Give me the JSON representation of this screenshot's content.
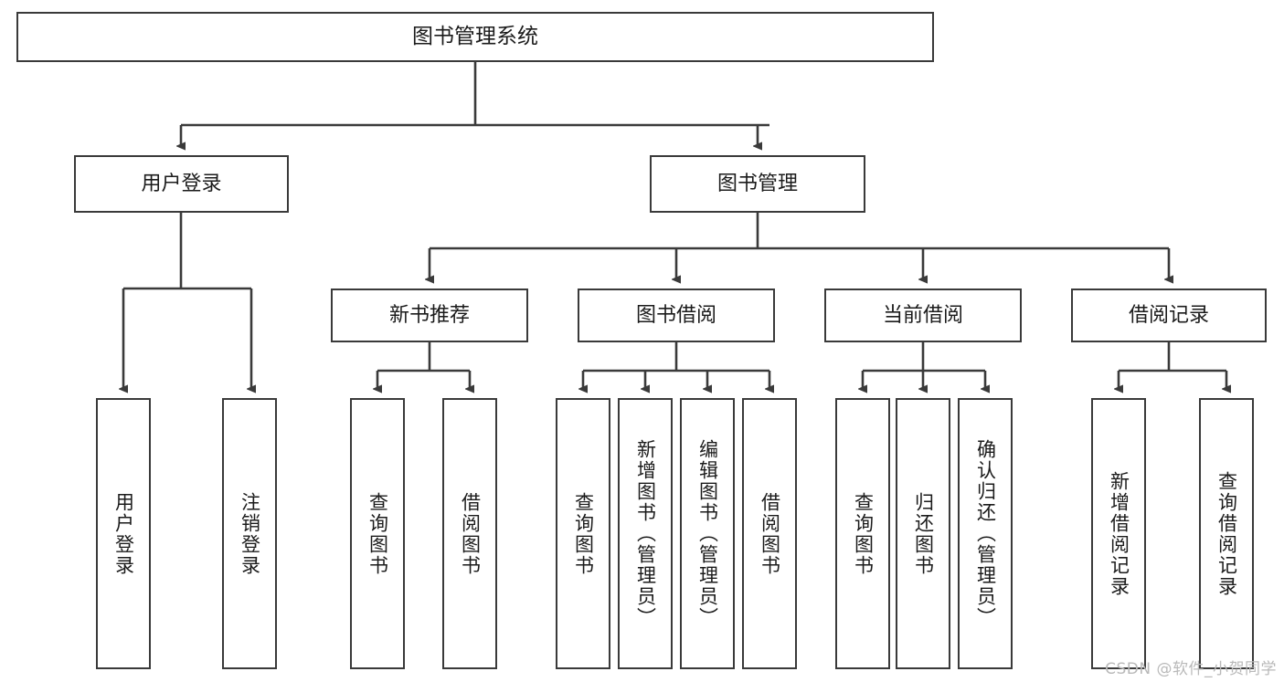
{
  "diagram": {
    "title": "图书管理系统",
    "type": "tree-hierarchy-diagram",
    "orientation": "top-down",
    "colors": {
      "stroke": "#3a3a3a",
      "fill": "#ffffff",
      "text": "#1b1b1b",
      "watermark": "#b9b9b9"
    },
    "root": {
      "label": "图书管理系统"
    },
    "level2": [
      {
        "label": "用户登录"
      },
      {
        "label": "图书管理"
      }
    ],
    "level3": [
      {
        "label": "新书推荐"
      },
      {
        "label": "图书借阅"
      },
      {
        "label": "当前借阅"
      },
      {
        "label": "借阅记录"
      }
    ],
    "leaves": {
      "user_login": [
        {
          "label": "用户登录"
        },
        {
          "label": "注销登录"
        }
      ],
      "new_book_recommend": [
        {
          "label": "查询图书"
        },
        {
          "label": "借阅图书"
        }
      ],
      "book_borrow": [
        {
          "label": "查询图书"
        },
        {
          "label": "新增图书（管理员）"
        },
        {
          "label": "编辑图书（管理员）"
        },
        {
          "label": "借阅图书"
        }
      ],
      "current_borrow": [
        {
          "label": "查询图书"
        },
        {
          "label": "归还图书"
        },
        {
          "label": "确认归还（管理员）"
        }
      ],
      "borrow_record": [
        {
          "label": "新增借阅记录"
        },
        {
          "label": "查询借阅记录"
        }
      ]
    },
    "watermark": "CSDN @软件_小贺同学"
  }
}
